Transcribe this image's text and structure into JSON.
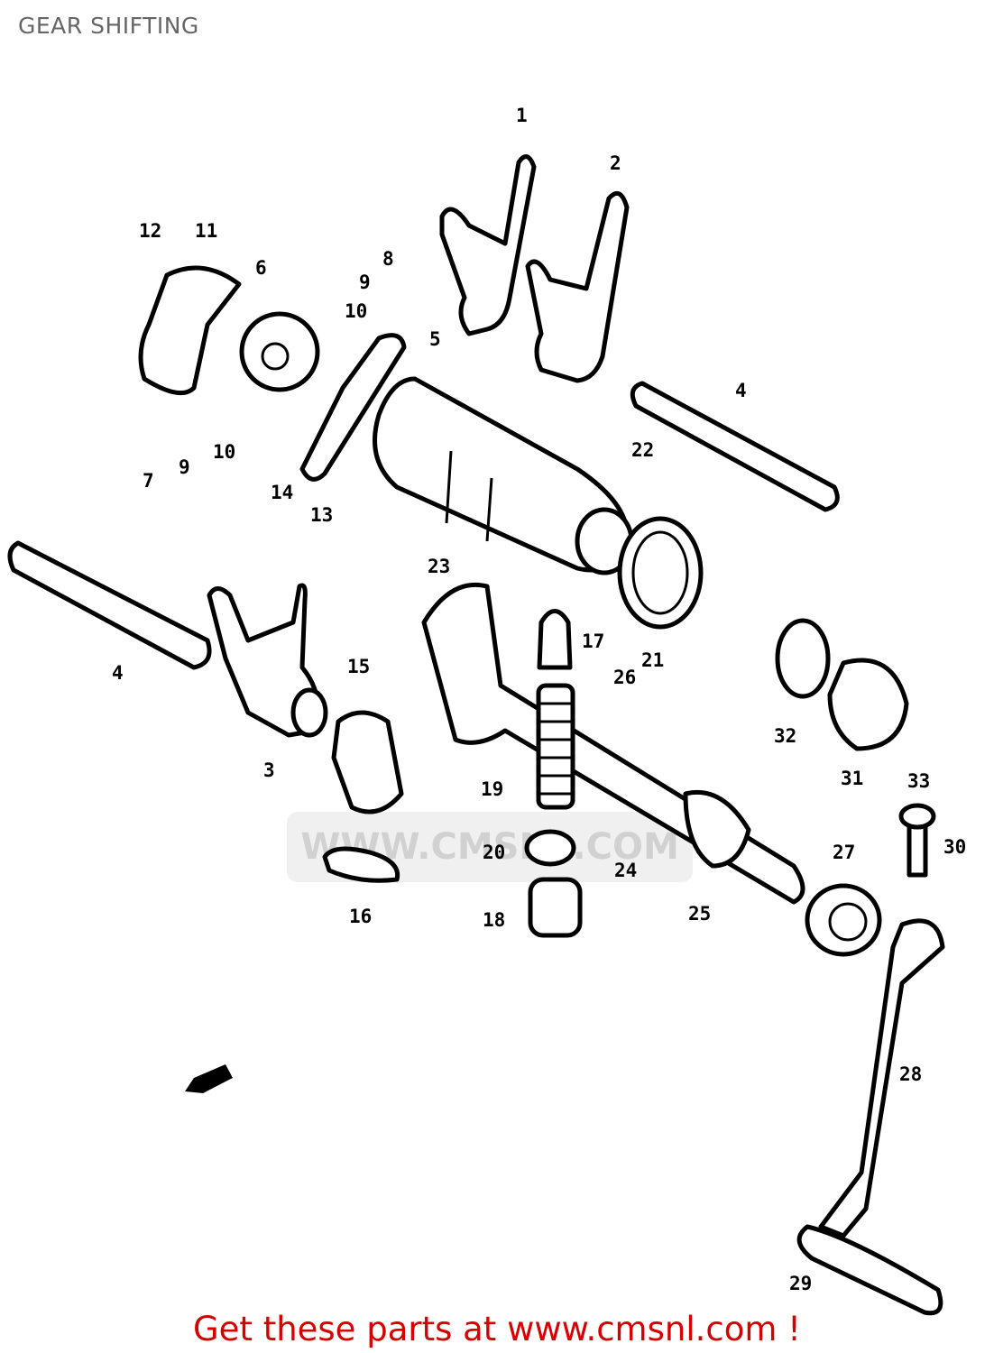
{
  "title": "GEAR SHIFTING",
  "footer": "Get these parts at www.cmsnl.com !",
  "watermark": "WWW.CMSNL.COM",
  "colors": {
    "footer": "#d40000",
    "title": "#666666",
    "lines": "#000000"
  },
  "part_labels": [
    "1",
    "2",
    "12",
    "11",
    "8",
    "9",
    "6",
    "10",
    "5",
    "4",
    "22",
    "7",
    "9",
    "10",
    "14",
    "13",
    "4",
    "23",
    "17",
    "21",
    "26",
    "15",
    "3",
    "32",
    "31",
    "33",
    "19",
    "24",
    "20",
    "27",
    "30",
    "16",
    "18",
    "25",
    "28",
    "29"
  ]
}
